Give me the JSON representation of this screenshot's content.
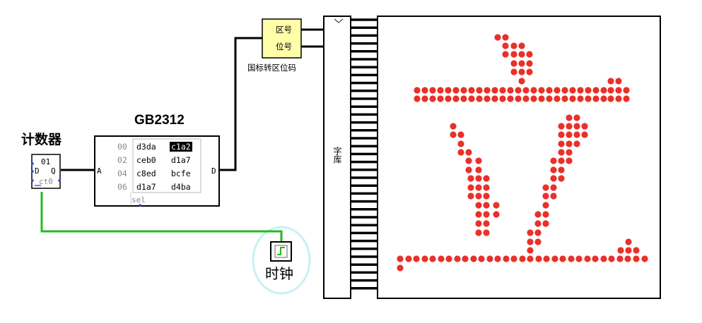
{
  "counter": {
    "title": "计数器",
    "value": "01",
    "pin_d": "D",
    "pin_q": "Q",
    "pin_ct": "ct0"
  },
  "rom": {
    "title": "GB2312",
    "pin_a": "A",
    "pin_d": "D",
    "sel_label": "sel",
    "rows": [
      {
        "addr": "00",
        "v0": "d3da",
        "v1": "c1a2"
      },
      {
        "addr": "02",
        "v0": "ceb0",
        "v1": "d1a7"
      },
      {
        "addr": "04",
        "v0": "c8ed",
        "v1": "bcfe"
      },
      {
        "addr": "06",
        "v0": "d1a7",
        "v1": "d4ba"
      }
    ],
    "selected_cell": "c1a2"
  },
  "converter": {
    "label_qu": "区号",
    "label_wei": "位号",
    "caption": "国标转区位码"
  },
  "font_lib": {
    "label": "字库"
  },
  "clock": {
    "label": "时钟"
  },
  "display": {
    "glyph": "立",
    "dot_color": "#e8312a"
  },
  "colors": {
    "wire": "#000000",
    "clock_wire": "#22bb22",
    "clock_highlight": "#c8f0f4",
    "converter_fill": "#ffffaa"
  }
}
